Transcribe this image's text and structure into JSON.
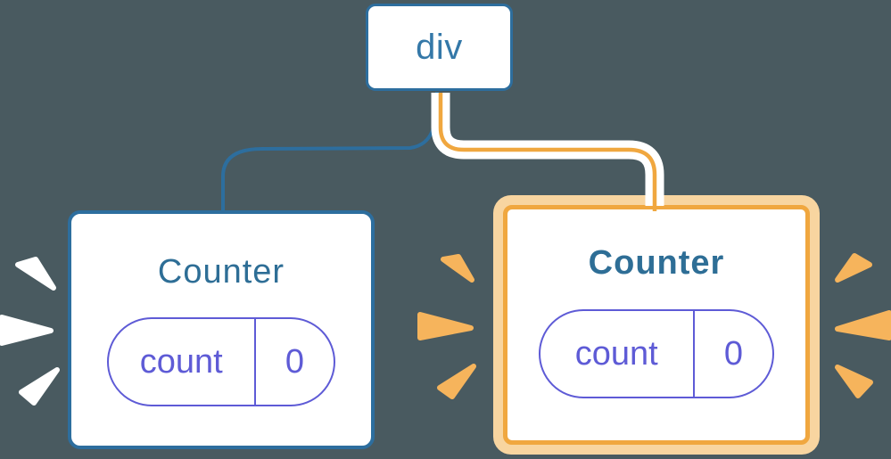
{
  "nodes": {
    "root": {
      "label": "div"
    },
    "left_counter": {
      "title": "Counter",
      "state_key": "count",
      "state_value": "0",
      "highlighted": false
    },
    "right_counter": {
      "title": "Counter",
      "state_key": "count",
      "state_value": "0",
      "highlighted": true
    }
  },
  "icons": {
    "left_burst": "sparkle-burst-white",
    "middle_burst": "sparkle-burst-orange",
    "right_burst": "sparkle-burst-orange"
  },
  "colors": {
    "background": "#495A60",
    "blue": "#2D6E9E",
    "blue_text": "#3478A8",
    "title_blue": "#2E6E96",
    "indigo": "#5E5BD6",
    "orange": "#F0A73F",
    "light_orange": "#F8D5A0",
    "sparkle_orange": "#F6B45C",
    "white": "#FFFFFF"
  }
}
